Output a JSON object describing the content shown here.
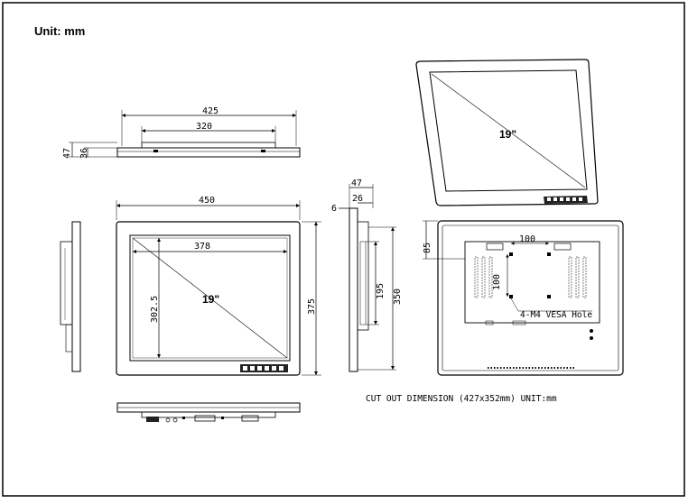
{
  "unit_label": "Unit: mm",
  "top_view": {
    "outer_width": "425",
    "inner_width": "320",
    "depth_total": "47",
    "depth_inner": "36"
  },
  "front_view": {
    "width": "450",
    "height": "375",
    "screen_width": "378",
    "screen_height": "302.5",
    "screen_size": "19\""
  },
  "side_view": {
    "depth_total": "47",
    "depth_inner": "26",
    "bezel": "6",
    "height_inner": "195",
    "height_outer": "350"
  },
  "perspective_view": {
    "screen_size": "19\""
  },
  "back_view": {
    "vesa_width": "100",
    "vesa_height": "100",
    "top_offset": "85",
    "vesa_note": "4-M4 VESA Hole"
  },
  "cutout_note": "CUT OUT DIMENSION (427x352mm)   UNIT:mm"
}
